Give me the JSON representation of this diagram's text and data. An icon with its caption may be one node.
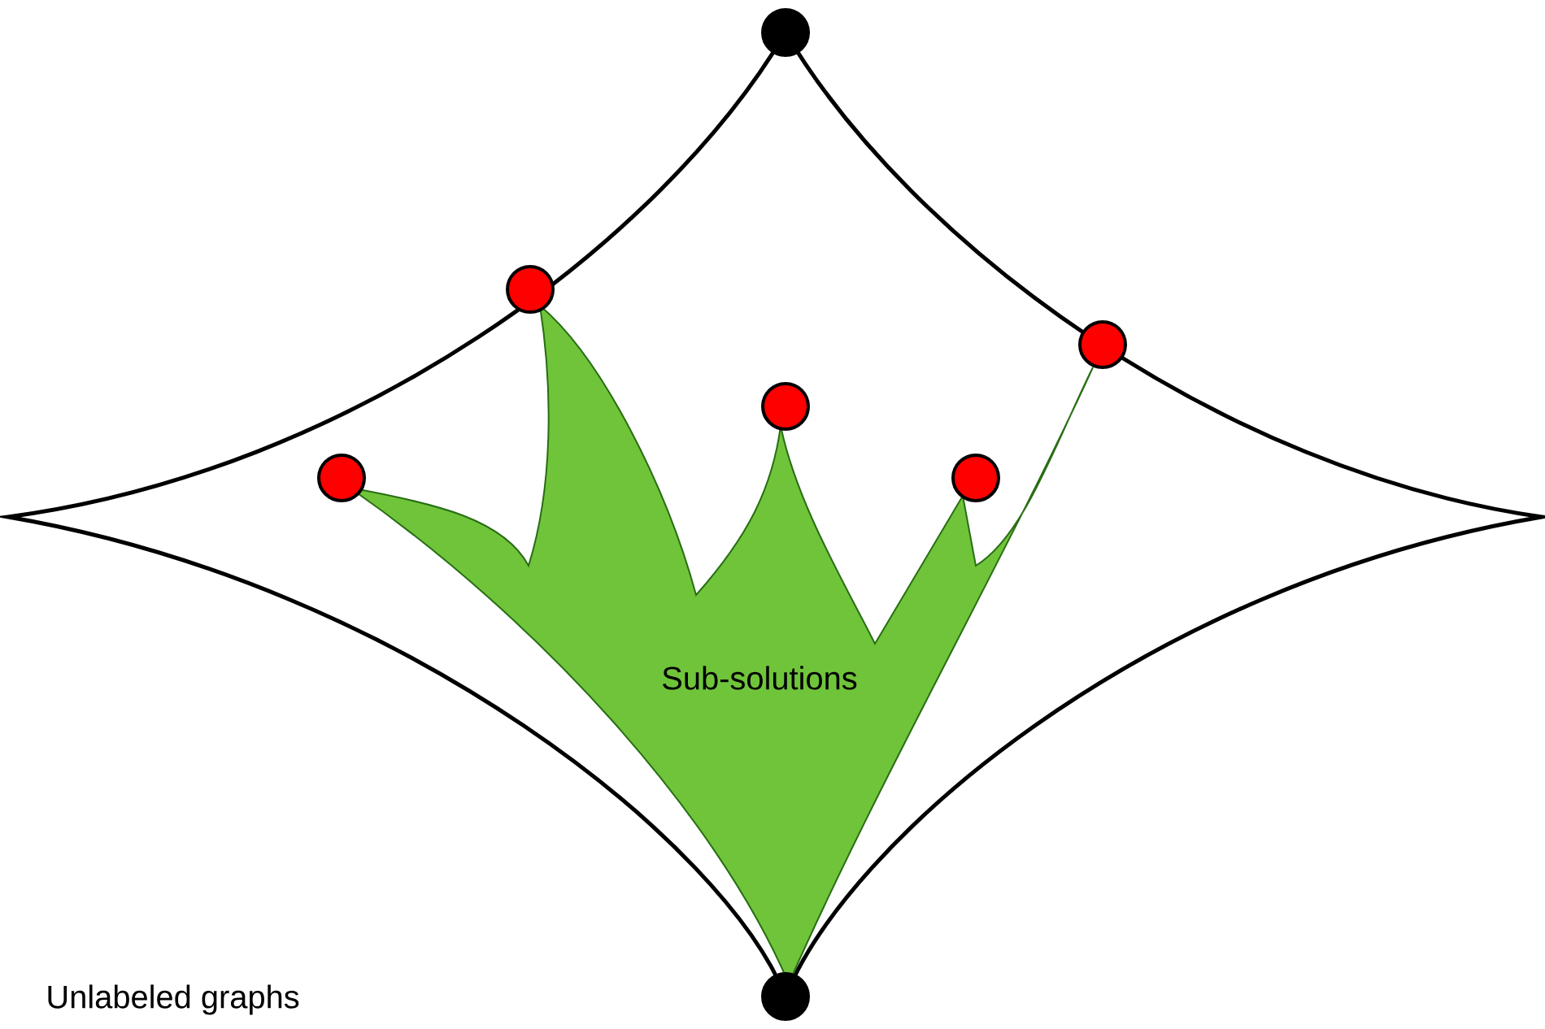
{
  "diagram": {
    "nodes": [
      {
        "text": [
          "Sub-solutions"
        ]
      },
      {
        "text": [],
        "shape": "circle"
      },
      {
        "text": [],
        "shape": "circle"
      },
      {
        "text": [],
        "shape": "circle"
      },
      {
        "text": [],
        "shape": "circle"
      },
      {
        "text": [],
        "shape": "circle"
      },
      {
        "text": [],
        "shape": "circle"
      },
      {
        "text": [],
        "shape": "circle"
      }
    ],
    "labels": [
      "Unlabeled graphs"
    ]
  }
}
